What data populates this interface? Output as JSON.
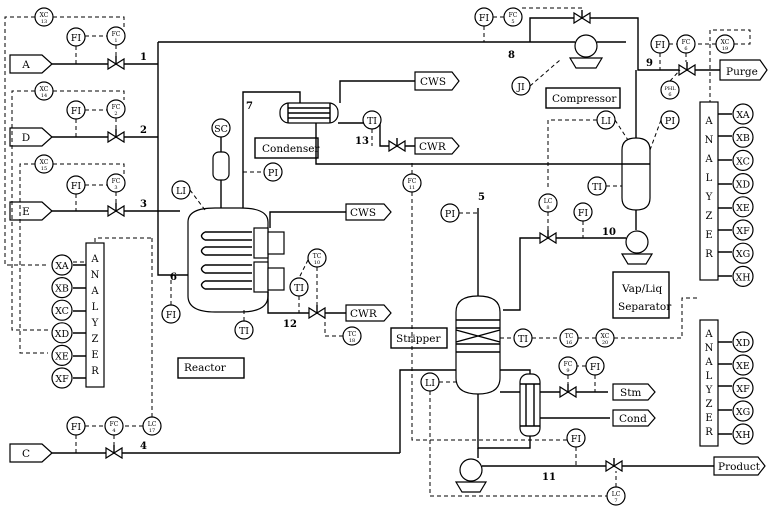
{
  "units": {
    "reactor": "Reactor",
    "condenser": "Condenser",
    "compressor": "Compressor",
    "separator": [
      "Vap/Liq",
      "Separator"
    ],
    "stripper": "Stripper"
  },
  "streams": {
    "a": "A",
    "d": "D",
    "e": "E",
    "c": "C",
    "purge": "Purge",
    "product": "Product",
    "cws1": "CWS",
    "cwr1": "CWR",
    "cws2": "CWS",
    "cwr2": "CWR",
    "stm": "Stm",
    "cond": "Cond"
  },
  "stream_numbers": [
    "1",
    "2",
    "3",
    "4",
    "5",
    "6",
    "7",
    "8",
    "9",
    "10",
    "11",
    "12",
    "13"
  ],
  "instruments": {
    "sc": "SC",
    "pi_r": "PI",
    "li_r": "LI",
    "fi_r": "FI",
    "ti_r": "TI",
    "ti_cw": "TI",
    "ti_cond": "TI",
    "ti_sep": "TI",
    "li_sep": "LI",
    "pi_sep": "PI",
    "pi_str": "PI",
    "ti_str": "TI",
    "li_str": "LI",
    "fi_stm": "FI",
    "fi_a": "FI",
    "fi_d": "FI",
    "fi_e": "FI",
    "fi_c": "FI",
    "fi_8": "FI",
    "fi_9": "FI",
    "fi_10": "FI",
    "fi_11": "FI",
    "ji": "JI",
    "xc13": [
      "XC",
      "13"
    ],
    "fc1": [
      "FC",
      "1"
    ],
    "xc14": [
      "XC",
      "14"
    ],
    "fc2": [
      "FC",
      "2"
    ],
    "xc15": [
      "XC",
      "15"
    ],
    "fc3": [
      "FC",
      "3"
    ],
    "fc4": [
      "FC",
      "4"
    ],
    "lc17": [
      "LC",
      "17"
    ],
    "fc5": [
      "FC",
      "5"
    ],
    "fc6": [
      "FC",
      "6"
    ],
    "xc19": [
      "XC",
      "19"
    ],
    "phl6": [
      "PHL",
      "6"
    ],
    "tc10": [
      "TC",
      "10"
    ],
    "tc18": [
      "TC",
      "18"
    ],
    "fc11": [
      "FC",
      "11"
    ],
    "lc8": [
      "LC",
      "8"
    ],
    "tc16": [
      "TC",
      "16"
    ],
    "xc20": [
      "XC",
      "20"
    ],
    "fc9": [
      "FC",
      "9"
    ],
    "lc7": [
      "LC",
      "7"
    ]
  },
  "analyzers": {
    "title": "ANALYZER",
    "left": [
      "XA",
      "XB",
      "XC",
      "XD",
      "XE",
      "XF"
    ],
    "right_top": [
      "XA",
      "XB",
      "XC",
      "XD",
      "XE",
      "XF",
      "XG",
      "XH"
    ],
    "right_bottom": [
      "XD",
      "XE",
      "XF",
      "XG",
      "XH"
    ]
  }
}
